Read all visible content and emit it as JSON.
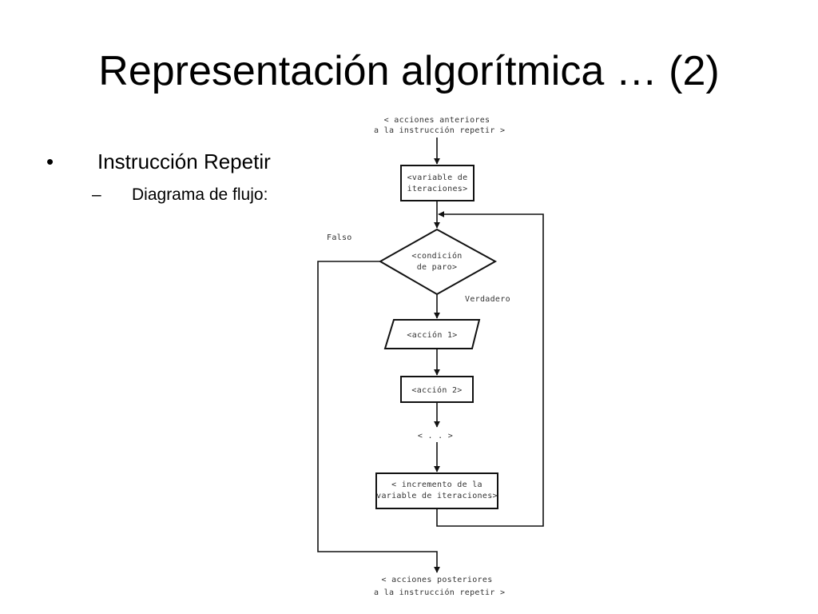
{
  "slide": {
    "title": "Representación algorítmica … (2)",
    "bullet": {
      "marker": "•",
      "text": "Instrucción Repetir",
      "sub": {
        "marker": "–",
        "text": "Diagrama de flujo:"
      }
    }
  },
  "flowchart": {
    "start_text": [
      "< acciones anteriores",
      " a la instrucción repetir >"
    ],
    "init_box": [
      "<variable de",
      "iteraciones>"
    ],
    "condition": [
      "<condición",
      "de paro>"
    ],
    "false_label": "Falso",
    "true_label": "Verdadero",
    "action1": "<acción 1>",
    "action2": "<acción 2>",
    "ellipsis": "< . . >",
    "increment_box": [
      "< incremento de la",
      "variable de iteraciones>"
    ],
    "end_text": [
      "< acciones posteriores",
      " a la instrucción repetir >"
    ]
  }
}
